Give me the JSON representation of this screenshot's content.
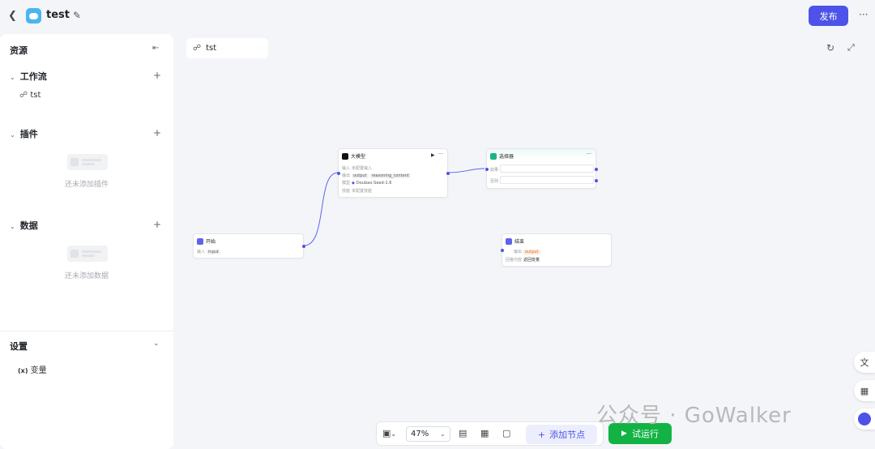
{
  "header": {
    "app_title": "test",
    "publish_label": "发布",
    "more_label": "···"
  },
  "sidebar": {
    "title": "资源",
    "workflow_section": "工作流",
    "workflow_items": [
      {
        "label": "tst"
      }
    ],
    "plugin_section": "插件",
    "plugin_empty": "还未添加插件",
    "data_section": "数据",
    "data_empty": "还未添加数据",
    "settings_section": "设置",
    "variables_label": "变量",
    "variables_prefix": "(x)"
  },
  "canvas": {
    "tab_label": "tst",
    "nodes": {
      "llm": {
        "title": "大模型",
        "input_label": "输入",
        "input_value": "未配置输入",
        "output_label": "输出",
        "outputs": [
          "output",
          "reasoning_content"
        ],
        "model_label": "模型",
        "model_value": "Doubao-Seed-1.6",
        "skill_label": "技能",
        "skill_value": "未配置技能"
      },
      "selector": {
        "title": "选择器",
        "if_label": "如果",
        "else_label": "否则"
      },
      "start": {
        "title": "开始",
        "input_label": "输入",
        "input_value": "input"
      },
      "end": {
        "title": "结束",
        "output_label": "输出",
        "output_value": "output",
        "answer_label": "回答内容",
        "answer_value": "返回变量"
      }
    }
  },
  "bottom": {
    "zoom": "47%",
    "add_node_label": "添加节点",
    "run_label": "试运行"
  },
  "icons": [
    "back-icon",
    "edit-icon",
    "collapse-icon",
    "workflow-icon",
    "refresh-icon",
    "expand-icon",
    "minimap-icon",
    "comment-icon",
    "layout-icon",
    "fit-icon",
    "plus-icon",
    "play-icon",
    "translate-icon",
    "apps-icon",
    "bot-icon"
  ],
  "colors": {
    "accent": "#4d53e8",
    "run": "#12b344",
    "edge": "#5d62ee"
  },
  "watermark": "公众号 · GoWalker"
}
